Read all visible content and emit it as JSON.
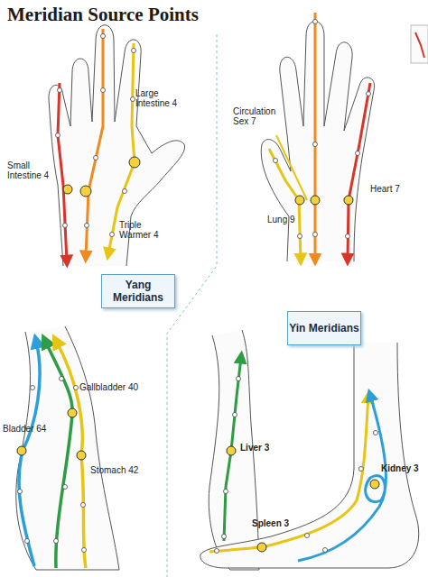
{
  "diagram": {
    "title": "Meridian Source Points",
    "nodes": [
      {
        "text": [
          "Yang Meridians"
        ]
      },
      {
        "text": [
          "Yin Meridians"
        ]
      }
    ],
    "labels": [
      "Large Intestine 4",
      "Small Intestine 4",
      "Triple Warmer 4",
      "Circulation Sex 7",
      "Lung 9",
      "Heart 7",
      "Gallbladder 40",
      "Bladder 64",
      "Stomach 42",
      "Liver 3",
      "Kidney 3",
      "Spleen 3"
    ]
  }
}
